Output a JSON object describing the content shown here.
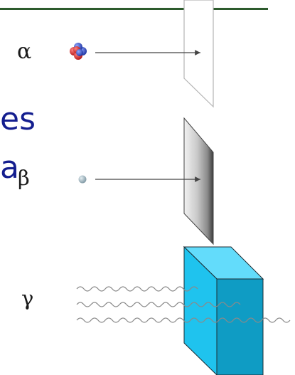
{
  "labels": {
    "alpha": "α",
    "beta": "β",
    "gamma": "γ"
  },
  "slide_text": {
    "line1": "es",
    "line2": "a"
  },
  "colors": {
    "top_rule": "#2d5b2d",
    "slide_text": "#141e8f",
    "proton": "#cc2222",
    "neutron": "#2244bb",
    "electron": "#98aeb8",
    "block_front": "#1fc3ee",
    "block_side": "#0f9cc4",
    "block_top": "#63dcfb",
    "wave": "#8a8a8a",
    "arrow": "#444444"
  },
  "icons": {
    "alpha_particle": "alpha-particle-icon",
    "beta_particle": "electron-icon",
    "paper_sheet": "paper-sheet-icon",
    "metal_sheet": "aluminum-sheet-icon",
    "block": "lead-block-icon"
  }
}
